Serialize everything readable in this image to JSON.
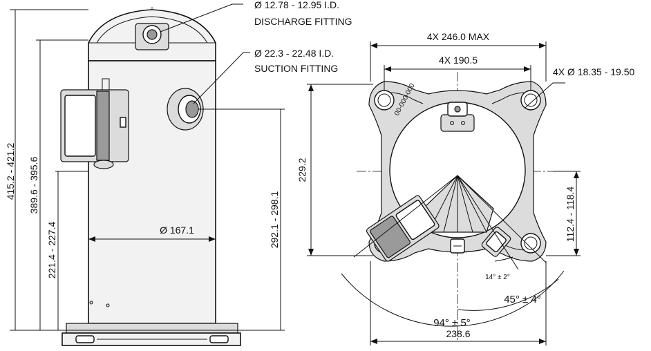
{
  "callouts": {
    "discharge_dia": "Ø 12.78 - 12.95 I.D.",
    "discharge_label": "DISCHARGE FITTING",
    "suction_dia": "Ø 22.3 - 22.48 I.D.",
    "suction_label": "SUCTION FITTING"
  },
  "side_view": {
    "overall_height": "415.2 - 421.2",
    "suction_height": "389.6 - 395.6",
    "box_height": "221.4 - 227.4",
    "discharge_height": "292.1 - 298.1",
    "shell_diameter": "Ø 167.1"
  },
  "top_view": {
    "max_width": "4X 246.0 MAX",
    "bolt_spacing": "4X 190.5",
    "hole_diameter": "4X Ø 18.35 - 19.50",
    "depth": "229.2",
    "offset": "112.4 - 118.4",
    "angle_small": "14° ± 2°",
    "angle_mid": "45° ± 4°",
    "angle_large": "94° ± 5°",
    "width_overall": "238.6",
    "stamp": "00-000-000"
  }
}
